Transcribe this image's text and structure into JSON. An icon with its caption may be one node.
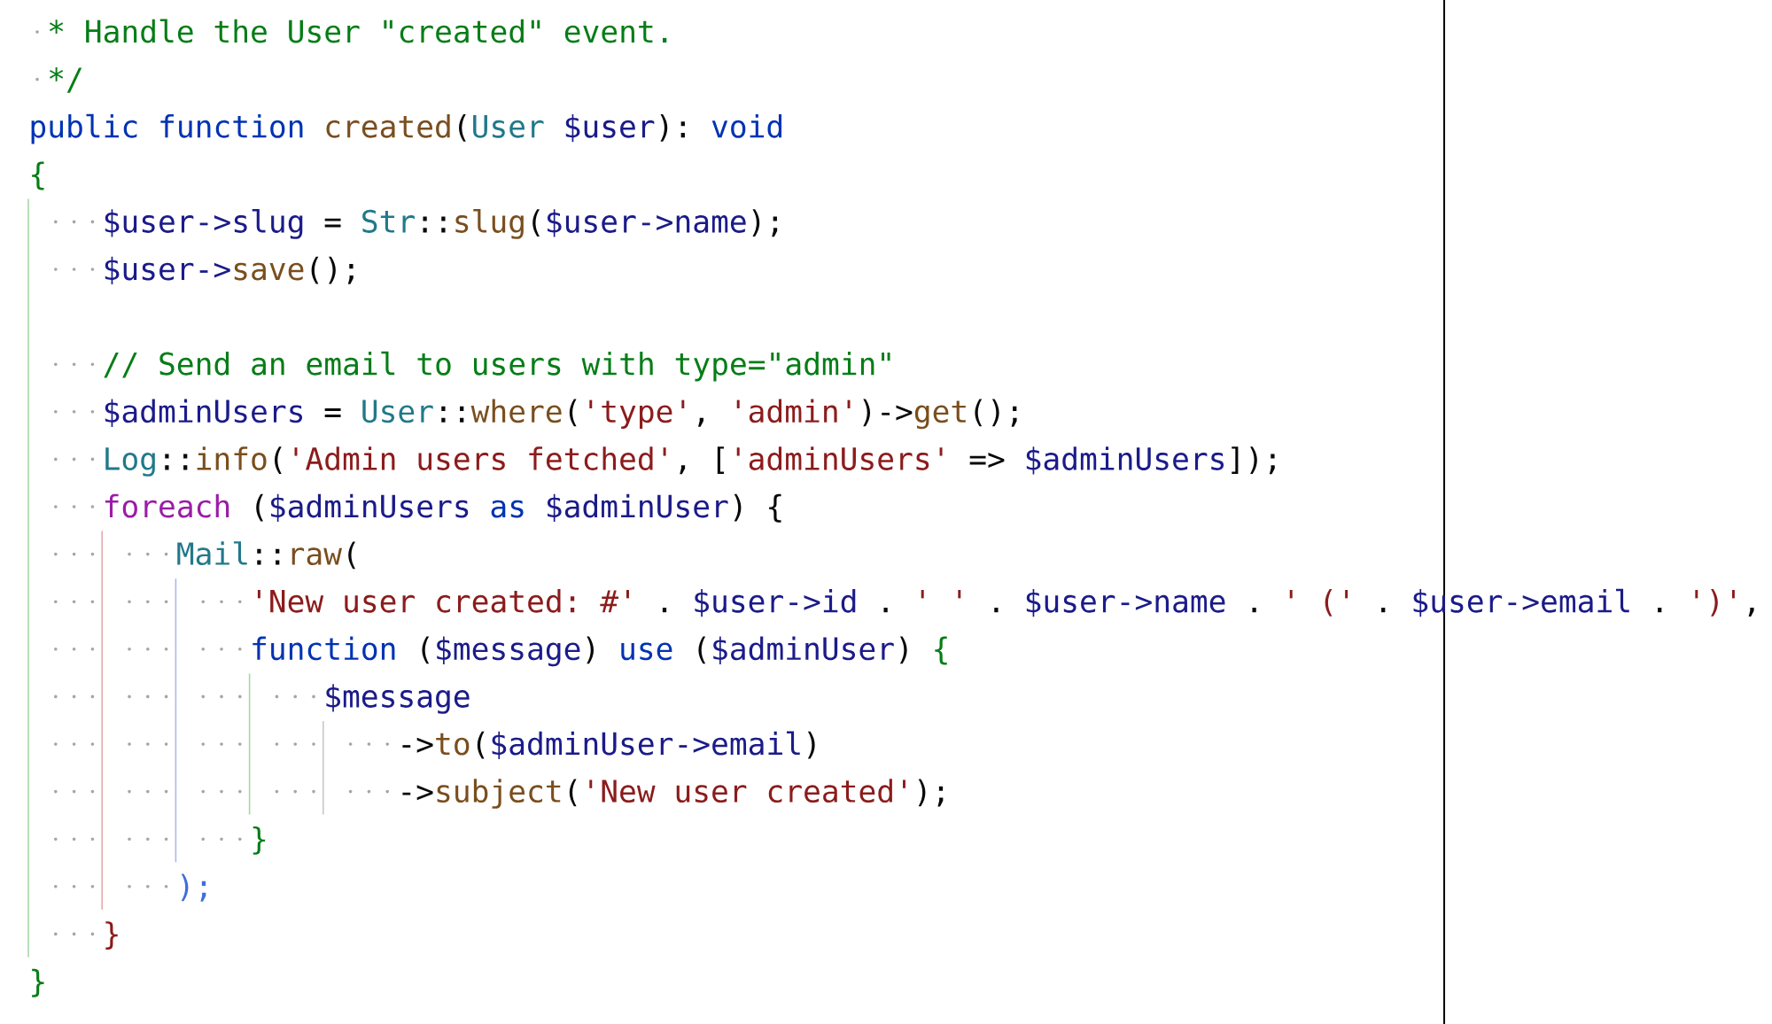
{
  "diagram": {
    "labels": [
      "* Handle the User \"created\" event.",
      "*/",
      "public function",
      "created",
      "(",
      "User",
      "$user",
      "):",
      "void",
      "{",
      "$user->slug",
      "=",
      "Str",
      "::",
      "slug",
      "(",
      "$user->name",
      ");",
      "$user->",
      "save",
      "();",
      "// Send an email to users with type=\"admin\"",
      "$adminUsers",
      "=",
      "User",
      "::",
      "where",
      "(",
      "'type'",
      ",",
      "'admin'",
      ")->",
      "get",
      "();",
      "Log",
      "::",
      "info",
      "(",
      "'Admin users fetched'",
      ",",
      "[",
      "'adminUsers'",
      "=>",
      "$adminUsers",
      "]);",
      "foreach",
      "(",
      "$adminUsers",
      "as",
      "$adminUser",
      ")",
      "{",
      "Mail",
      "::",
      "raw",
      "(",
      "'New user created: #'",
      ".",
      "$user->id",
      ".",
      "' '",
      ".",
      "$user->name",
      ".",
      "' ('",
      ".",
      "$user->email",
      ".",
      "')'",
      ",",
      "function",
      "(",
      "$message",
      ")",
      "use",
      "(",
      "$adminUser",
      ")",
      "{",
      "$message",
      "->",
      "to",
      "(",
      "$adminUser->email",
      ")",
      "->",
      "subject",
      "(",
      "'New user created'",
      ");",
      "}",
      ");",
      "}",
      "}"
    ]
  }
}
